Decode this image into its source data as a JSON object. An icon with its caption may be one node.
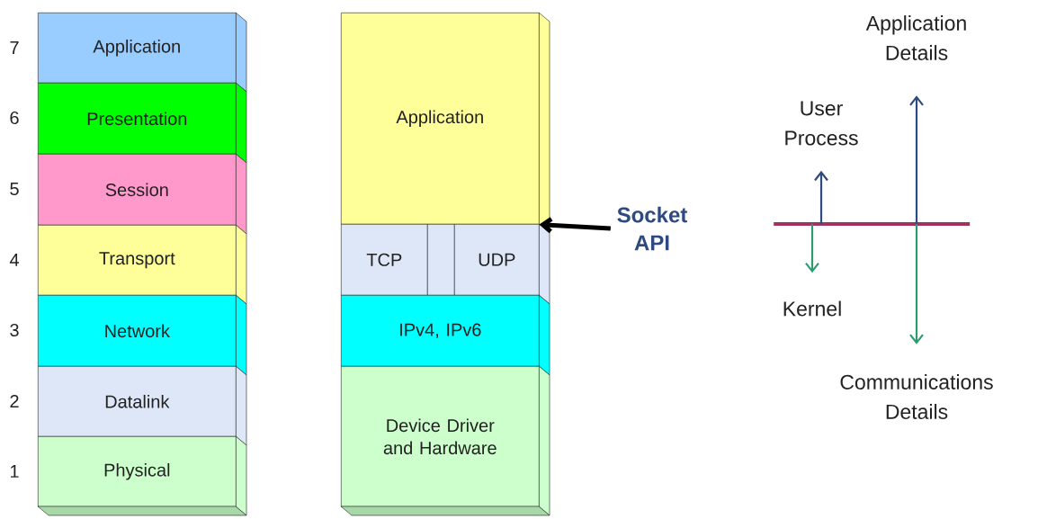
{
  "diagram": {
    "nodes": [
      {
        "text": [
          "Application"
        ],
        "beside": [
          "7"
        ]
      },
      {
        "text": [
          "Presentation"
        ],
        "beside": [
          "6"
        ]
      },
      {
        "text": [
          "Session"
        ],
        "beside": [
          "5"
        ]
      },
      {
        "text": [
          "Transport"
        ],
        "beside": [
          "4"
        ]
      },
      {
        "text": [
          "Network"
        ],
        "beside": [
          "3"
        ]
      },
      {
        "text": [
          "Datalink"
        ],
        "beside": [
          "2"
        ]
      },
      {
        "text": [
          "Physical"
        ],
        "beside": [
          "1"
        ]
      },
      {
        "text": [
          "Application"
        ]
      },
      {
        "text": [
          "TCP"
        ]
      },
      {
        "text": [],
        "shape": "box"
      },
      {
        "text": [
          "UDP"
        ]
      },
      {
        "text": [
          "IPv4, IPv6"
        ]
      },
      {
        "text": [
          "Device Driver and Hardware"
        ]
      },
      {
        "text": [
          "Socket API"
        ]
      },
      {
        "text": [],
        "shape": "bar"
      },
      {
        "text": [
          "Application Details"
        ]
      },
      {
        "text": [
          "User Process"
        ]
      },
      {
        "text": [
          "Kernel"
        ]
      },
      {
        "text": [
          "Communications Details"
        ]
      }
    ],
    "edges": [
      {
        "from": 13,
        "to": 7,
        "arrow": "to",
        "style": "thick",
        "color": "#000000"
      },
      {
        "from": 14,
        "to": 16,
        "arrow": "to",
        "color": "#2e4a7e"
      },
      {
        "from": 14,
        "to": 17,
        "arrow": "to",
        "color": "#2e9b6e"
      },
      {
        "from": 14,
        "to": 15,
        "arrow": "to",
        "color": "#2e4a7e"
      },
      {
        "from": 14,
        "to": 18,
        "arrow": "to",
        "color": "#2e9b6e"
      }
    ]
  }
}
